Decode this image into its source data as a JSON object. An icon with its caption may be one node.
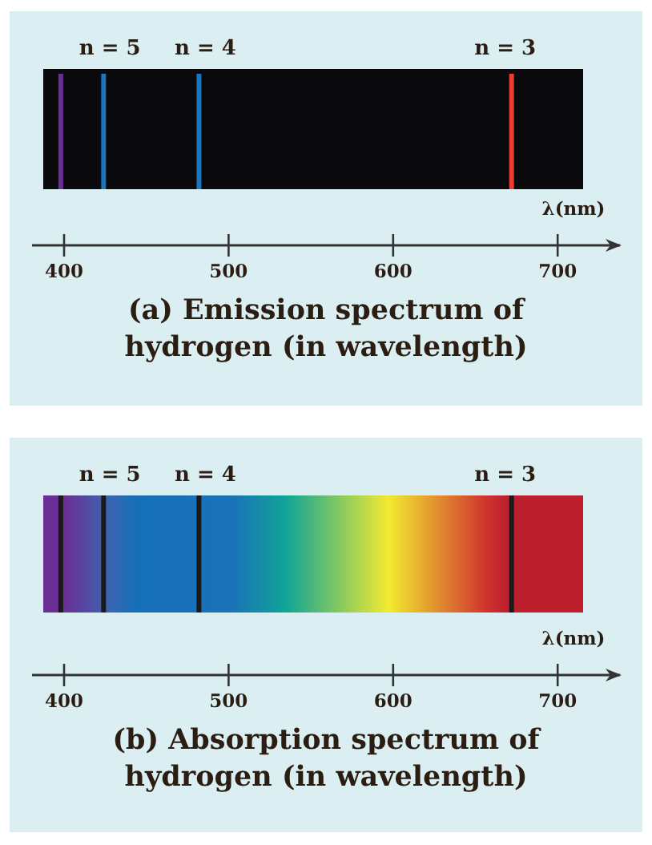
{
  "diagram": {
    "labels": [
      "n = 5",
      "n = 4",
      "n = 3",
      "λ(nm)",
      "400",
      "500",
      "600",
      "700",
      "(a) Emission spectrum of hydrogen (in wavelength)",
      "n = 5",
      "n = 4",
      "n = 3",
      "λ(nm)",
      "400",
      "500",
      "600",
      "700",
      "(b) Absorption spectrum of hydrogen (in wavelength)"
    ]
  }
}
